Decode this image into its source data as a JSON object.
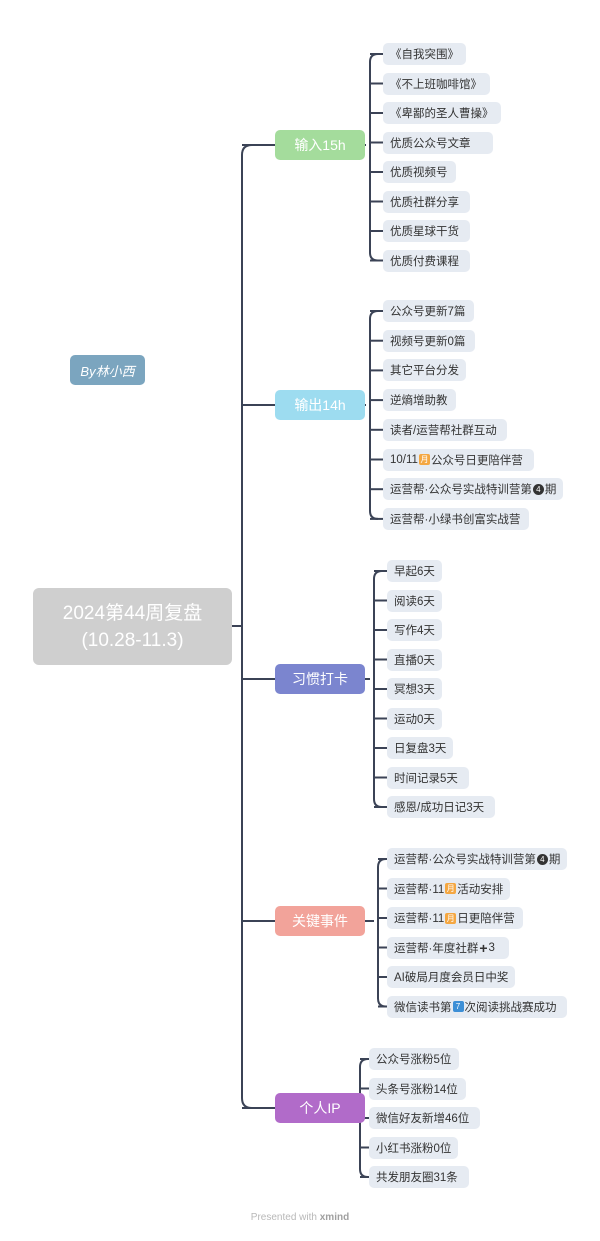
{
  "root": {
    "line1": "2024第44周复盘",
    "line2": "(10.28-11.3)"
  },
  "author": "By林小西",
  "colors": {
    "connector": "#3b4356",
    "branch_input": "#a4dc9c",
    "branch_output": "#9ddcf0",
    "branch_habit": "#7b85cf",
    "branch_events": "#f2a39a",
    "branch_ip": "#b16bc9",
    "leaf_bg": "#e6ebf2",
    "root_bg": "#cfcfcf",
    "author_bg": "#7ba5bf"
  },
  "branches": [
    {
      "label": "输入15h",
      "items": [
        "《自我突围》",
        "《不上班咖啡馆》",
        "《卑鄙的圣人曹操》",
        "优质公众号文章",
        "优质视频号",
        "优质社群分享",
        "优质星球干货",
        "优质付费课程"
      ]
    },
    {
      "label": "输出14h",
      "items": [
        "公众号更新7篇",
        "视频号更新0篇",
        "其它平台分发",
        "逆熵增助教",
        "读者/运营帮社群互动",
        {
          "before": "10/11",
          "badge": "月",
          "badge_icon": "calendar-icon",
          "after": "公众号日更陪伴营"
        },
        {
          "before": "运营帮·公众号实战特训营第",
          "badge": "4",
          "badge_icon": "number-circle-icon",
          "after": "期"
        },
        "运营帮·小绿书创富实战营"
      ]
    },
    {
      "label": "习惯打卡",
      "items": [
        "早起6天",
        "阅读6天",
        "写作4天",
        "直播0天",
        "冥想3天",
        "运动0天",
        "日复盘3天",
        "时间记录5天",
        "感恩/成功日记3天"
      ]
    },
    {
      "label": "关键事件",
      "items": [
        {
          "before": "运营帮·公众号实战特训营第",
          "badge": "4",
          "badge_icon": "number-circle-icon",
          "after": "期"
        },
        {
          "before": "运营帮·11",
          "badge": "月",
          "badge_icon": "calendar-icon",
          "after": "活动安排"
        },
        {
          "before": "运营帮·11",
          "badge": "月",
          "badge_icon": "calendar-icon",
          "after": "日更陪伴营"
        },
        {
          "before": "运营帮·年度社群",
          "badge": "+",
          "badge_icon": "plus-icon",
          "after": "3"
        },
        "AI破局月度会员日中奖",
        {
          "before": "微信读书第",
          "badge": "7",
          "badge_icon": "number-square-icon",
          "after": "次阅读挑战赛成功"
        }
      ]
    },
    {
      "label": "个人IP",
      "items": [
        "公众号涨粉5位",
        "头条号涨粉14位",
        "微信好友新增46位",
        "小红书涨粉0位",
        "共发朋友圈31条"
      ]
    }
  ],
  "footer": {
    "prefix": "Presented with",
    "brand": "xmind"
  }
}
